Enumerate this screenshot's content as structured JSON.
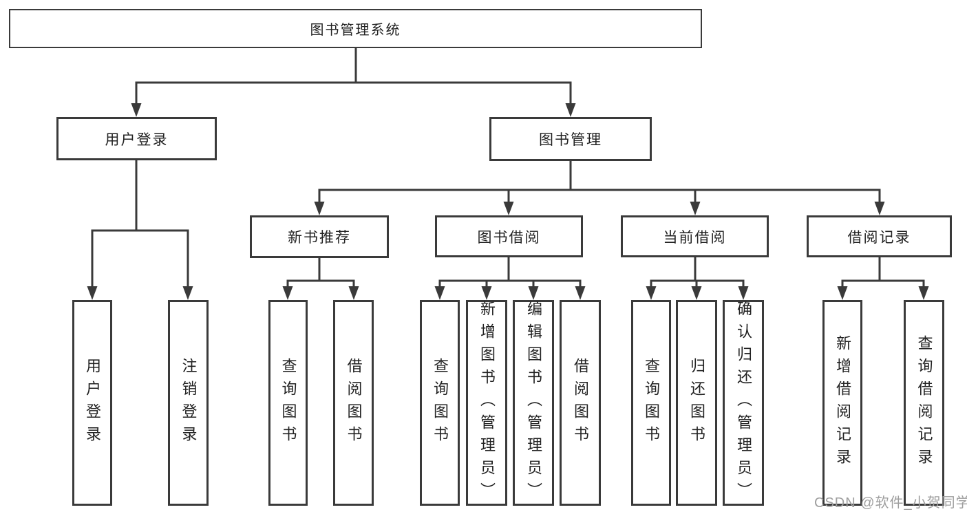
{
  "diagram": {
    "title": "图书管理系统",
    "root": {
      "label": "图书管理系统"
    },
    "level2": [
      {
        "id": "user-login",
        "label": "用户登录"
      },
      {
        "id": "book-management",
        "label": "图书管理"
      }
    ],
    "level3": [
      {
        "id": "new-book-recommendation",
        "label": "新书推荐",
        "parent": "book-management"
      },
      {
        "id": "book-borrowing",
        "label": "图书借阅",
        "parent": "book-management"
      },
      {
        "id": "current-borrowing",
        "label": "当前借阅",
        "parent": "book-management"
      },
      {
        "id": "borrowing-records",
        "label": "借阅记录",
        "parent": "book-management"
      }
    ],
    "leaves": [
      {
        "label": "用户登录",
        "parent": "user-login"
      },
      {
        "label": "注销登录",
        "parent": "user-login"
      },
      {
        "label": "查询图书",
        "parent": "new-book-recommendation"
      },
      {
        "label": "借阅图书",
        "parent": "new-book-recommendation"
      },
      {
        "label": "查询图书",
        "parent": "book-borrowing"
      },
      {
        "label": "新增图书（管理员）",
        "parent": "book-borrowing"
      },
      {
        "label": "编辑图书（管理员）",
        "parent": "book-borrowing"
      },
      {
        "label": "借阅图书",
        "parent": "book-borrowing"
      },
      {
        "label": "查询图书",
        "parent": "current-borrowing"
      },
      {
        "label": "归还图书",
        "parent": "current-borrowing"
      },
      {
        "label": "确认归还（管理员）",
        "parent": "current-borrowing"
      },
      {
        "label": "新增借阅记录",
        "parent": "borrowing-records"
      },
      {
        "label": "查询借阅记录",
        "parent": "borrowing-records"
      }
    ]
  },
  "watermark": {
    "text": "CSDN @软件_小贺同学",
    "color": "#9e9e9e"
  },
  "colors": {
    "background": "#ffffff",
    "line": "#3a3a3a",
    "border": "#3a3a3a",
    "text": "#222222"
  }
}
